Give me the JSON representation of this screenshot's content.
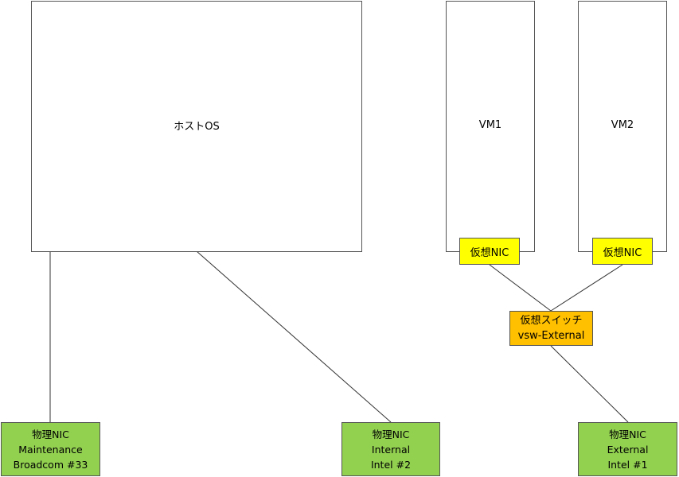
{
  "host": {
    "label": "ホストOS"
  },
  "vms": [
    {
      "label": "VM1",
      "nic_label": "仮想NIC"
    },
    {
      "label": "VM2",
      "nic_label": "仮想NIC"
    }
  ],
  "vswitch": {
    "line1": "仮想スイッチ",
    "line2": "vsw-External"
  },
  "physical_nics": [
    {
      "title": "物理NIC",
      "name": "Maintenance",
      "device": "Broadcom #33"
    },
    {
      "title": "物理NIC",
      "name": "Internal",
      "device": "Intel #2"
    },
    {
      "title": "物理NIC",
      "name": "External",
      "device": "Intel #1"
    }
  ],
  "colors": {
    "physical_nic": "#92d050",
    "virtual_nic": "#ffff00",
    "virtual_switch": "#ffc000",
    "line": "#333333"
  }
}
